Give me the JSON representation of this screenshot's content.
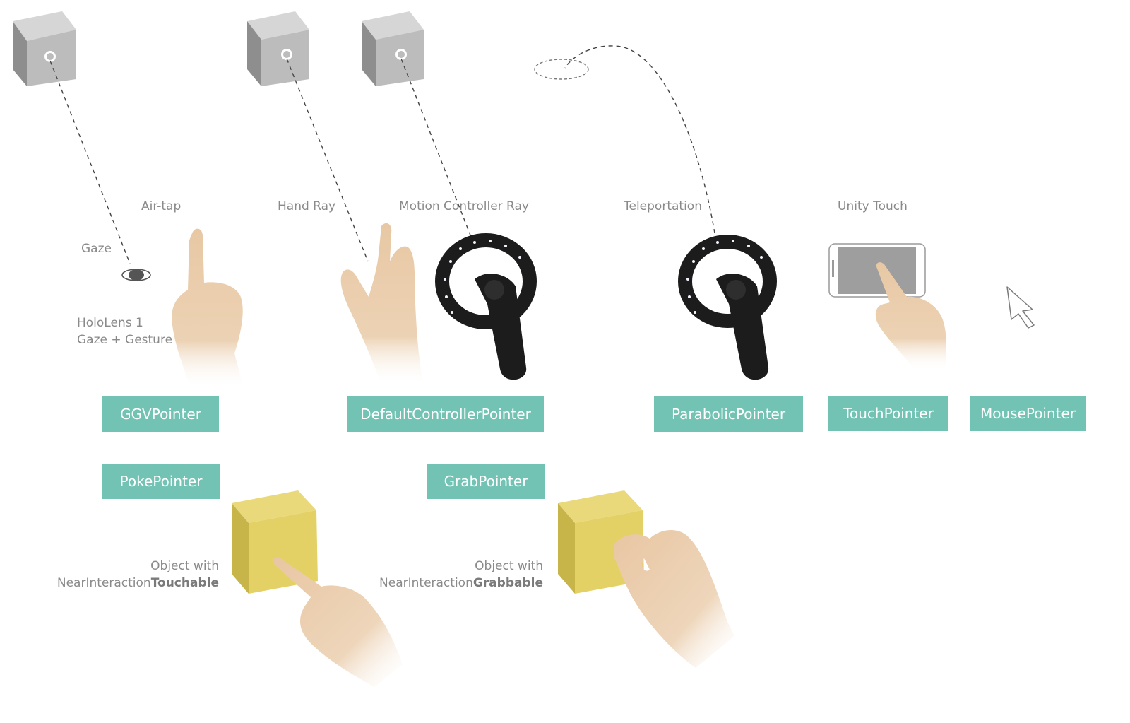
{
  "labels": {
    "air_tap": "Air-tap",
    "hand_ray": "Hand Ray",
    "motion_controller_ray": "Motion Controller Ray",
    "teleportation": "Teleportation",
    "unity_touch": "Unity Touch",
    "gaze": "Gaze",
    "hololens_line1": "HoloLens 1",
    "hololens_line2": "Gaze + Gesture",
    "touchable_line1": "Object with",
    "touchable_prefix": "NearInteraction",
    "touchable_bold": "Touchable",
    "grabbable_line1": "Object with",
    "grabbable_prefix": "NearInteraction",
    "grabbable_bold": "Grabbable"
  },
  "pointers": {
    "ggv": "GGVPointer",
    "default_controller": "DefaultControllerPointer",
    "parabolic": "ParabolicPointer",
    "touch": "TouchPointer",
    "mouse": "MousePointer",
    "poke": "PokePointer",
    "grab": "GrabPointer"
  },
  "colors": {
    "pointer_tag": "#72c3b4",
    "label_text": "#8a8a8a",
    "gray_cube": "#bdbdbd",
    "yellow_cube": "#e4d46a",
    "controller": "#1c1c1c",
    "skin": "#e9c9a6"
  },
  "icons": [
    "cube-icon",
    "eye-icon",
    "hand-icon",
    "motion-controller-icon",
    "phone-icon",
    "mouse-cursor-icon"
  ]
}
